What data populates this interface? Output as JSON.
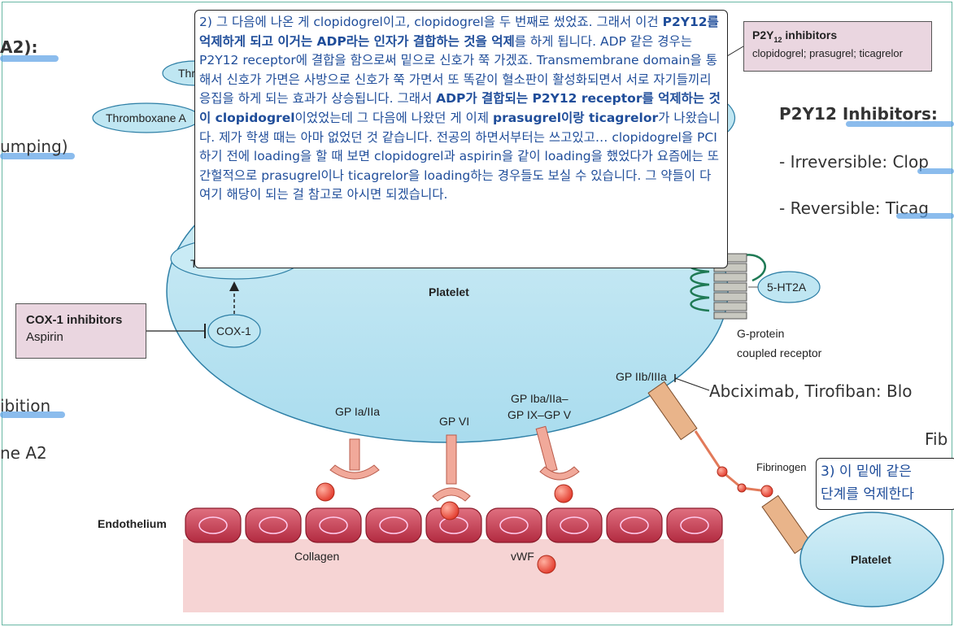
{
  "left_fragments": {
    "a2": "A2):",
    "umping": "umping)",
    "ibition": "ibition",
    "ne_a2": "ne A2"
  },
  "right_panel": {
    "title": "P2Y12 Inhibitors:",
    "irreversible_label": "- Irreversible: ",
    "irreversible_drug": "Clop",
    "reversible_label": "- Reversible: ",
    "reversible_drug": "Ticag",
    "abciximab": "Abciximab, Tirofiban: Blo",
    "fib": "Fib"
  },
  "p2y12_box": {
    "title_prefix": "P2Y",
    "title_sub": "12",
    "title_suffix": " inhibitors",
    "drugs": "clopidogrel; prasugrel; ticagrelor"
  },
  "cox_box": {
    "title": "COX-1 inhibitors",
    "drug": "Aspirin"
  },
  "diagram_labels": {
    "thr": "Thr",
    "thromboxane": "Thromboxane A",
    "t_frag": "T",
    "platelet_main": "Platelet",
    "cox1": "COX-1",
    "ht2a": "5-HT2A",
    "gpcr_1": "G-protein",
    "gpcr_2": "coupled receptor",
    "gp2b3a": "GP IIb/IIIa",
    "gp1a2a": "GP Ia/IIa",
    "gpvi": "GP VI",
    "gp1ba_1": "GP Iba/IIa–",
    "gp1ba_2": "GP IX–GP V",
    "fibrinogen": "Fibrinogen",
    "endothelium": "Endothelium",
    "collagen": "Collagen",
    "vwf": "vWF",
    "platelet_small": "Platelet"
  },
  "note_main": {
    "s1": "2) 그 다음에 나온 게 clopidogrel이고, clopidogrel을 두 번째로 썼었죠. 그래서 이건 ",
    "b1": "P2Y12를 억제하게 되고 이거는 ADP라는 인자가 결합하는 것을 억제",
    "s2": "를 하게 됩니다. ADP 같은 경우는 P2Y12 receptor에 결합을 함으로써 밑으로 신호가 쭉 가겠죠. Transmembrane domain을 통해서 신호가 가면은 사방으로 신호가 쭉 가면서 또 똑같이 혈소판이 활성화되면서 서로 자기들끼리 응집을 하게 되는 효과가 상승됩니다. 그래서 ",
    "b2": "ADP가 결합되는 P2Y12 receptor를 억제하는 것이 clopidogrel",
    "s3": "이었었는데 그 다음에 나왔던 게 이제 ",
    "b3": "prasugrel이랑 ticagrelor",
    "s4": "가 나왔습니다. 제가 학생 때는 아마 없었던 것 같습니다. 전공의 하면서부터는 쓰고있고… clopidogrel을 PCI 하기 전에 loading을 할 때 보면 clopidogrel과 aspirin을 같이 loading을 했었다가 요즘에는 또 간헐적으로 prasugrel이나 ticagrelor을 loading하는 경우들도 보실 수 있습니다. 그 약들이 다 여기 해당이 되는 걸 참고로 아시면 되겠습니다."
  },
  "note_small": {
    "line1": "3) 이 밑에 같은 ",
    "line2": "단계를 억제한다"
  },
  "colors": {
    "platelet_fill": "#bfe6f2",
    "platelet_stroke": "#2e7fa6",
    "cell_fill": "#c93a4e",
    "note_text": "#1f4d9a",
    "highlight": "#5aa0e6",
    "box_fill": "#ead6e0"
  }
}
